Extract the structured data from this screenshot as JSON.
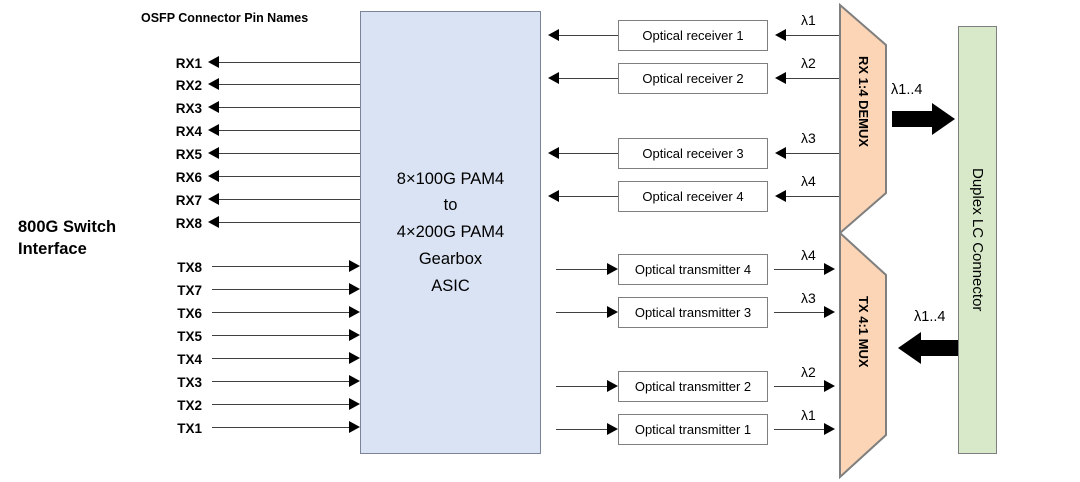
{
  "diagram": {
    "interface_title_line1": "800G Switch",
    "interface_title_line2": "Interface",
    "pin_names_header": "OSFP Connector Pin Names",
    "asic": {
      "lines": [
        "8×100G PAM4",
        "to",
        "4×200G PAM4",
        "Gearbox",
        "ASIC"
      ],
      "fill_color": "#dae3f3",
      "border_color": "#7b8499"
    },
    "rx_pins": [
      "RX1",
      "RX2",
      "RX3",
      "RX4",
      "RX5",
      "RX6",
      "RX7",
      "RX8"
    ],
    "tx_pins": [
      "TX8",
      "TX7",
      "TX6",
      "TX5",
      "TX4",
      "TX3",
      "TX2",
      "TX1"
    ],
    "optical_receivers": [
      {
        "label": "Optical receiver 1",
        "lambda": "λ1"
      },
      {
        "label": "Optical receiver 2",
        "lambda": "λ2"
      },
      {
        "label": "Optical receiver 3",
        "lambda": "λ3"
      },
      {
        "label": "Optical receiver 4",
        "lambda": "λ4"
      }
    ],
    "optical_transmitters": [
      {
        "label": "Optical transmitter 4",
        "lambda": "λ4"
      },
      {
        "label": "Optical transmitter 3",
        "lambda": "λ3"
      },
      {
        "label": "Optical transmitter 2",
        "lambda": "λ2"
      },
      {
        "label": "Optical transmitter 1",
        "lambda": "λ1"
      }
    ],
    "demux": {
      "label": "RX 1:4 DEMUX",
      "fiber_label": "λ1..4",
      "fill_color": "#fbd5b5",
      "border_color": "#7f7f7f"
    },
    "mux": {
      "label": "TX 4:1 MUX",
      "fiber_label": "λ1..4",
      "fill_color": "#fbd5b5",
      "border_color": "#7f7f7f"
    },
    "connector": {
      "label": "Duplex LC Connector",
      "fill_color": "#d7e9c9",
      "border_color": "#7f7f7f"
    }
  }
}
